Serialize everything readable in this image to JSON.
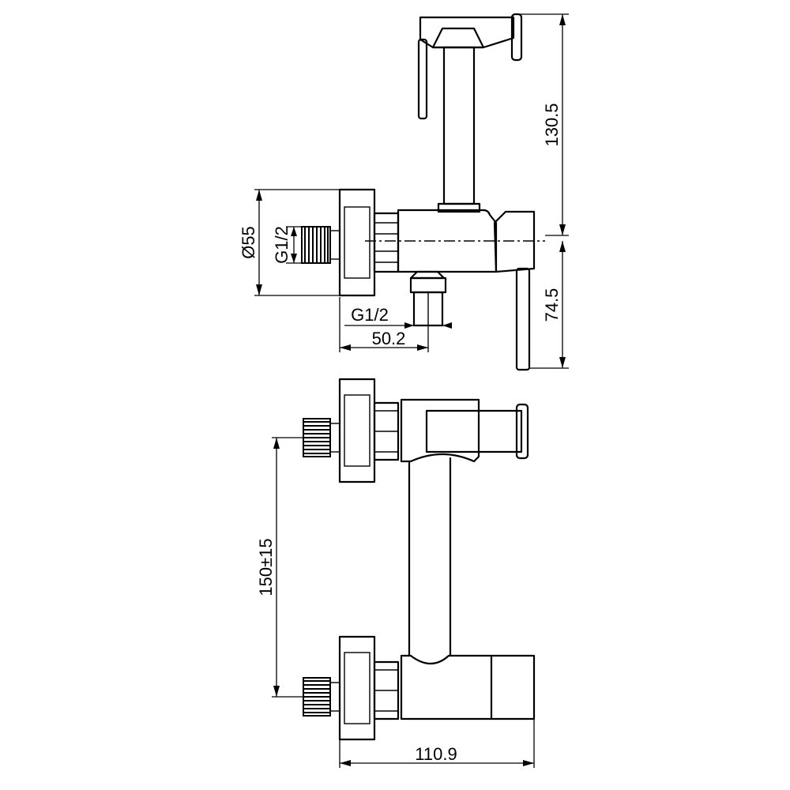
{
  "dimensions": {
    "height_top": "130.5",
    "height_bottom": "74.5",
    "diameter": "Ø55",
    "thread_side": "G1/2",
    "thread_bottom": "G1/2",
    "depth": "50.2",
    "center_distance": "150±15",
    "width": "110.9"
  }
}
